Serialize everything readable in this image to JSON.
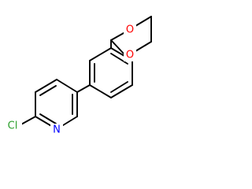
{
  "molecule": {
    "atoms": {
      "chlorine": {
        "label": "Cl",
        "color": "#2ca02c"
      },
      "pyridine_nitrogen": {
        "label": "N",
        "color": "#0000ff"
      },
      "dioxane_oxygen_upper": {
        "label": "O",
        "color": "#ff0000"
      },
      "dioxane_oxygen_lower": {
        "label": "O",
        "color": "#ff0000"
      }
    },
    "bond_color": "#000000"
  }
}
